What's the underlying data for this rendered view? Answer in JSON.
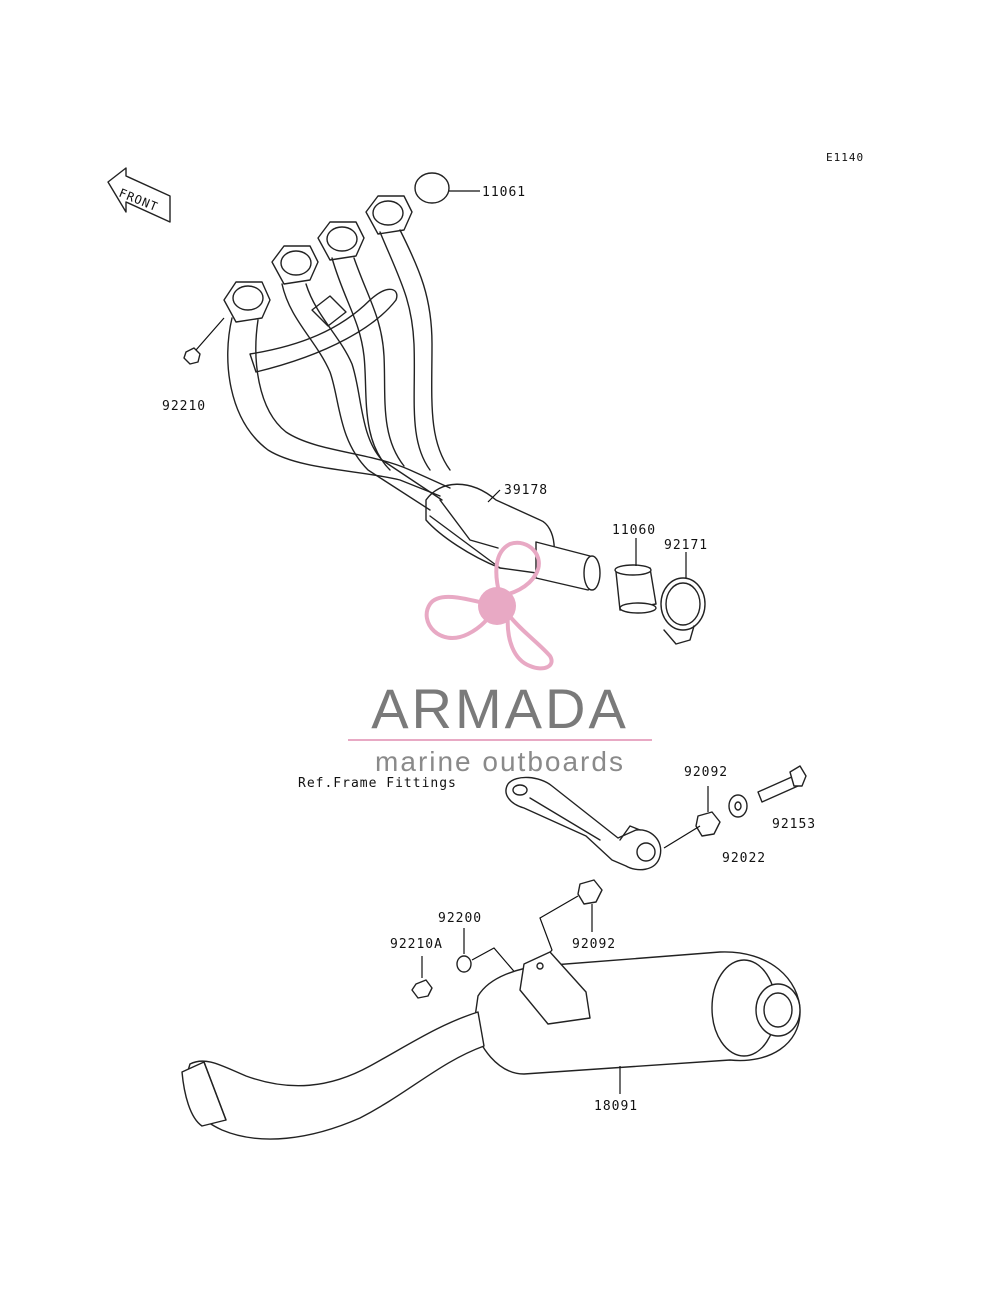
{
  "diagram_code": "E1140",
  "front_label": "FRONT",
  "reference_note": "Ref.Frame Fittings",
  "part_labels": {
    "p11061": "11061",
    "p92210": "92210",
    "p39178": "39178",
    "p11060": "11060",
    "p92171": "92171",
    "p92092_top": "92092",
    "p92153": "92153",
    "p92022": "92022",
    "p92200": "92200",
    "p92210A": "92210A",
    "p92092_bottom": "92092",
    "p18091": "18091"
  },
  "watermark": {
    "brand": "ARMADA",
    "tagline": "marine outboards",
    "logo_color": "#e8a9c4",
    "text_color": "#7a7a7a"
  }
}
